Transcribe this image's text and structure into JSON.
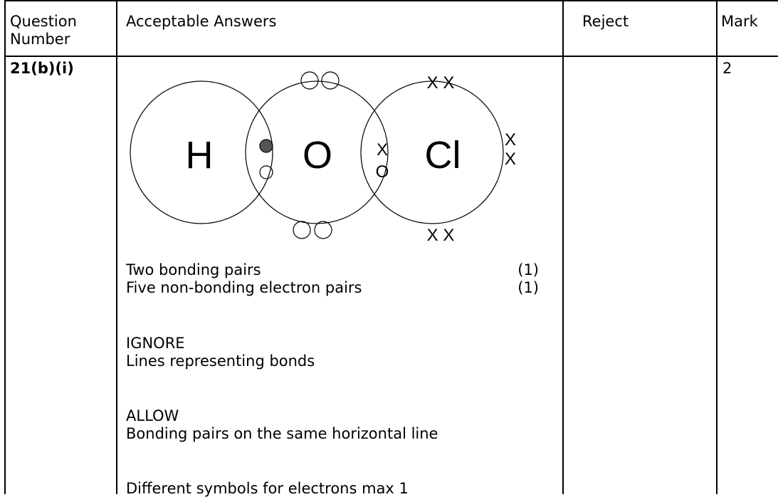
{
  "table": {
    "headers": {
      "question_number_line1": "Question",
      "question_number_line2": "Number",
      "acceptable_answers": "Acceptable Answers",
      "reject": "Reject",
      "mark": "Mark"
    },
    "row": {
      "question_number": "21(b)(i)",
      "mark": "2"
    }
  },
  "diagram": {
    "atoms": [
      "H",
      "O",
      "Cl"
    ],
    "shared_pair_h_o": [
      "dot",
      "circle"
    ],
    "shared_pair_o_cl": [
      "X",
      "O"
    ],
    "o_lone_pair_symbol": "circle",
    "cl_lone_pair_symbol": "X",
    "cl_right_x": [
      "X",
      "X"
    ],
    "cl_top_x": "X X",
    "cl_bottom_x": "X X"
  },
  "answers": {
    "point1_text": "Two bonding pairs",
    "point1_mark": "(1)",
    "point2_text": "Five non-bonding electron pairs",
    "point2_mark": "(1)",
    "ignore_heading": "IGNORE",
    "ignore_text": "Lines representing bonds",
    "allow_heading": "ALLOW",
    "allow_text": "Bonding pairs on the same horizontal line",
    "note_text": "Different symbols for electrons max 1"
  }
}
